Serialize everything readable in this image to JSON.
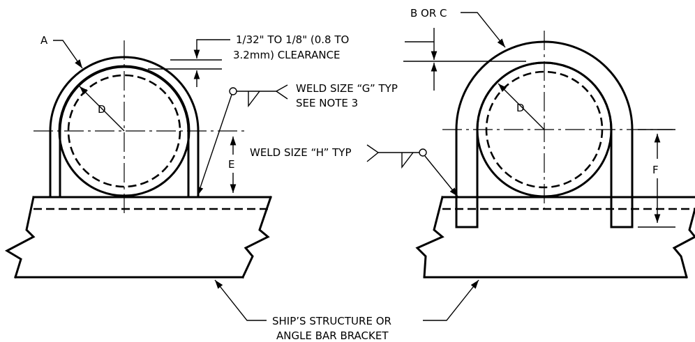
{
  "labels": {
    "a": "A",
    "b_or_c": "B OR C",
    "d_left": "D",
    "d_right": "D",
    "e": "E",
    "f": "F",
    "clearance_line1": "1/32\" TO 1/8\" (0.8 TO",
    "clearance_line2": "3.2mm) CLEARANCE",
    "weld_g_line1": "WELD SIZE “G” TYP",
    "weld_g_line2": "SEE NOTE 3",
    "weld_h": "WELD SIZE “H” TYP",
    "structure_line1": "SHIP’S STRUCTURE OR",
    "structure_line2": "ANGLE BAR BRACKET"
  }
}
